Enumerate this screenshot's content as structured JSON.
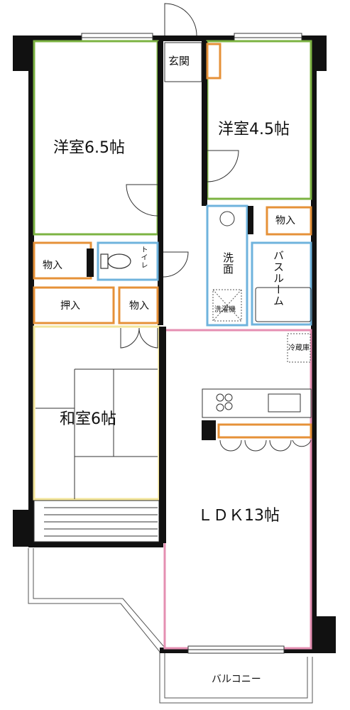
{
  "rooms": {
    "western_a": "洋室6.5帖",
    "western_b": "洋室4.5帖",
    "japanese": "和室6帖",
    "ldk": "ＬＤＫ13帖",
    "entrance": "玄関",
    "toilet": "トイレ",
    "washroom": "洗面",
    "bathroom": "バスルーム",
    "closet_label": "物入",
    "oshiire_label": "押入",
    "washer": "洗濯機",
    "fridge": "冷蔵庫",
    "balcony": "バルコニー"
  },
  "colors": {
    "wall": "#111111",
    "western_outline": "#7cb342",
    "closet_outline": "#e69138",
    "wet_outline": "#6fb3dd",
    "japanese_outline": "#f3e59a",
    "ldk_outline": "#e58fb2"
  }
}
